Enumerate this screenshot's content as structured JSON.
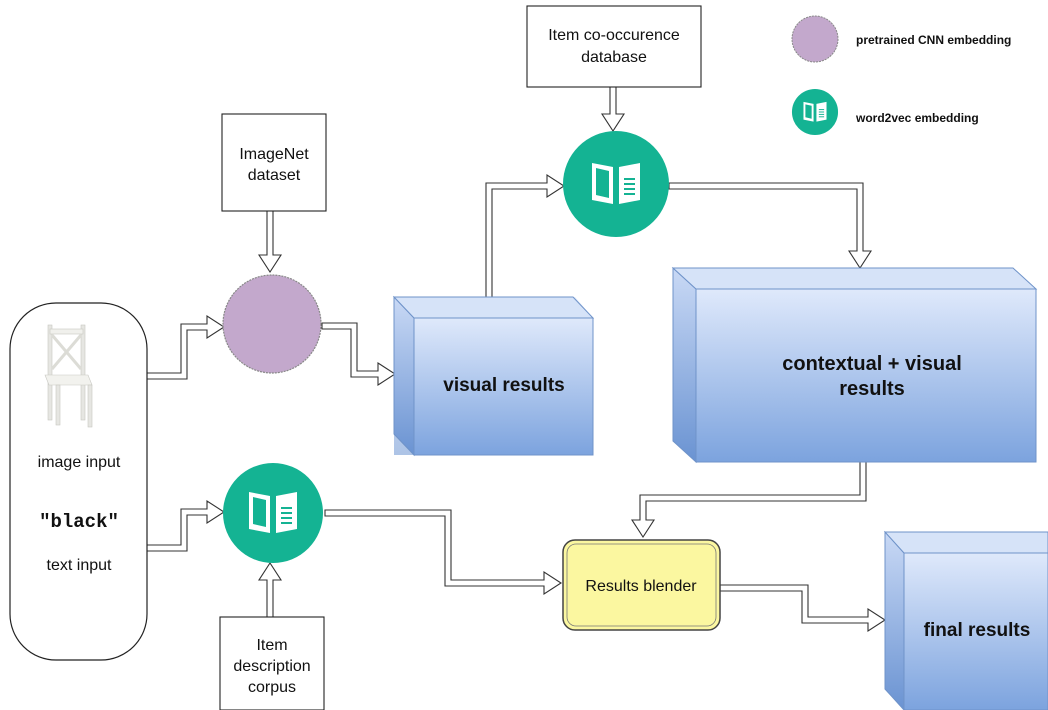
{
  "legend": {
    "cnn_label": "pretrained CNN embedding",
    "cnn_icon": "purple-circle",
    "w2v_label": "word2vec embedding",
    "w2v_icon": "book-icon"
  },
  "inputs": {
    "image_label": "image input",
    "query_text": "\"black\"",
    "text_label": "text input",
    "image_icon": "chair-image"
  },
  "sources": {
    "imagenet_line1": "ImageNet",
    "imagenet_line2": "dataset",
    "cooccurrence_line1": "Item co-occurence",
    "cooccurrence_line2": "database",
    "corpus_line1": "Item",
    "corpus_line2": "description",
    "corpus_line3": "corpus"
  },
  "results": {
    "visual": "visual results",
    "contextual_line1": "contextual + visual",
    "contextual_line2": "results",
    "blender": "Results blender",
    "final": "final results"
  },
  "colors": {
    "cnn_fill": "#c3a8cc",
    "w2v_fill": "#14b393",
    "box_top": "#dce8fa",
    "box_bottom": "#7fa5df",
    "blender_fill": "#fbf7a0"
  }
}
